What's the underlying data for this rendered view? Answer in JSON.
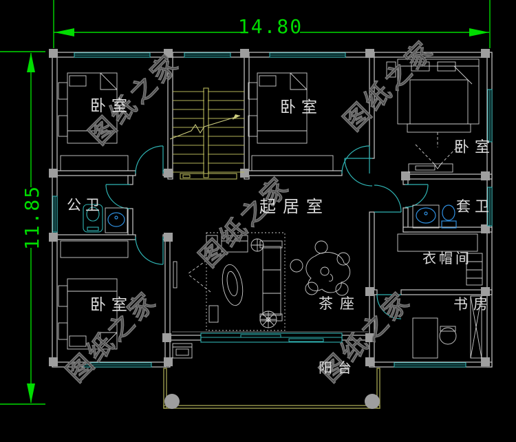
{
  "drawing": {
    "dimensions": {
      "width": "14.80",
      "height": "11.85"
    },
    "watermark": "图纸之家",
    "labels": {
      "bedroom": "卧室",
      "living_room": "起居室",
      "public_bath": "公卫",
      "ensuite_bath": "套卫",
      "cloakroom": "衣帽间",
      "tea_area": "茶座",
      "study": "书房",
      "balcony": "阳台"
    },
    "colors": {
      "background": "#000000",
      "wall": "#c9c9c9",
      "column": "#9e9e9e",
      "window": "#2fb3b3",
      "dimension": "#00dc00",
      "stair": "#b5b55a",
      "railing": "#99994d",
      "label_text": "#dcdcdc",
      "watermark": "#3d3d3d",
      "fixture_blue": "#2f8fe0"
    }
  }
}
